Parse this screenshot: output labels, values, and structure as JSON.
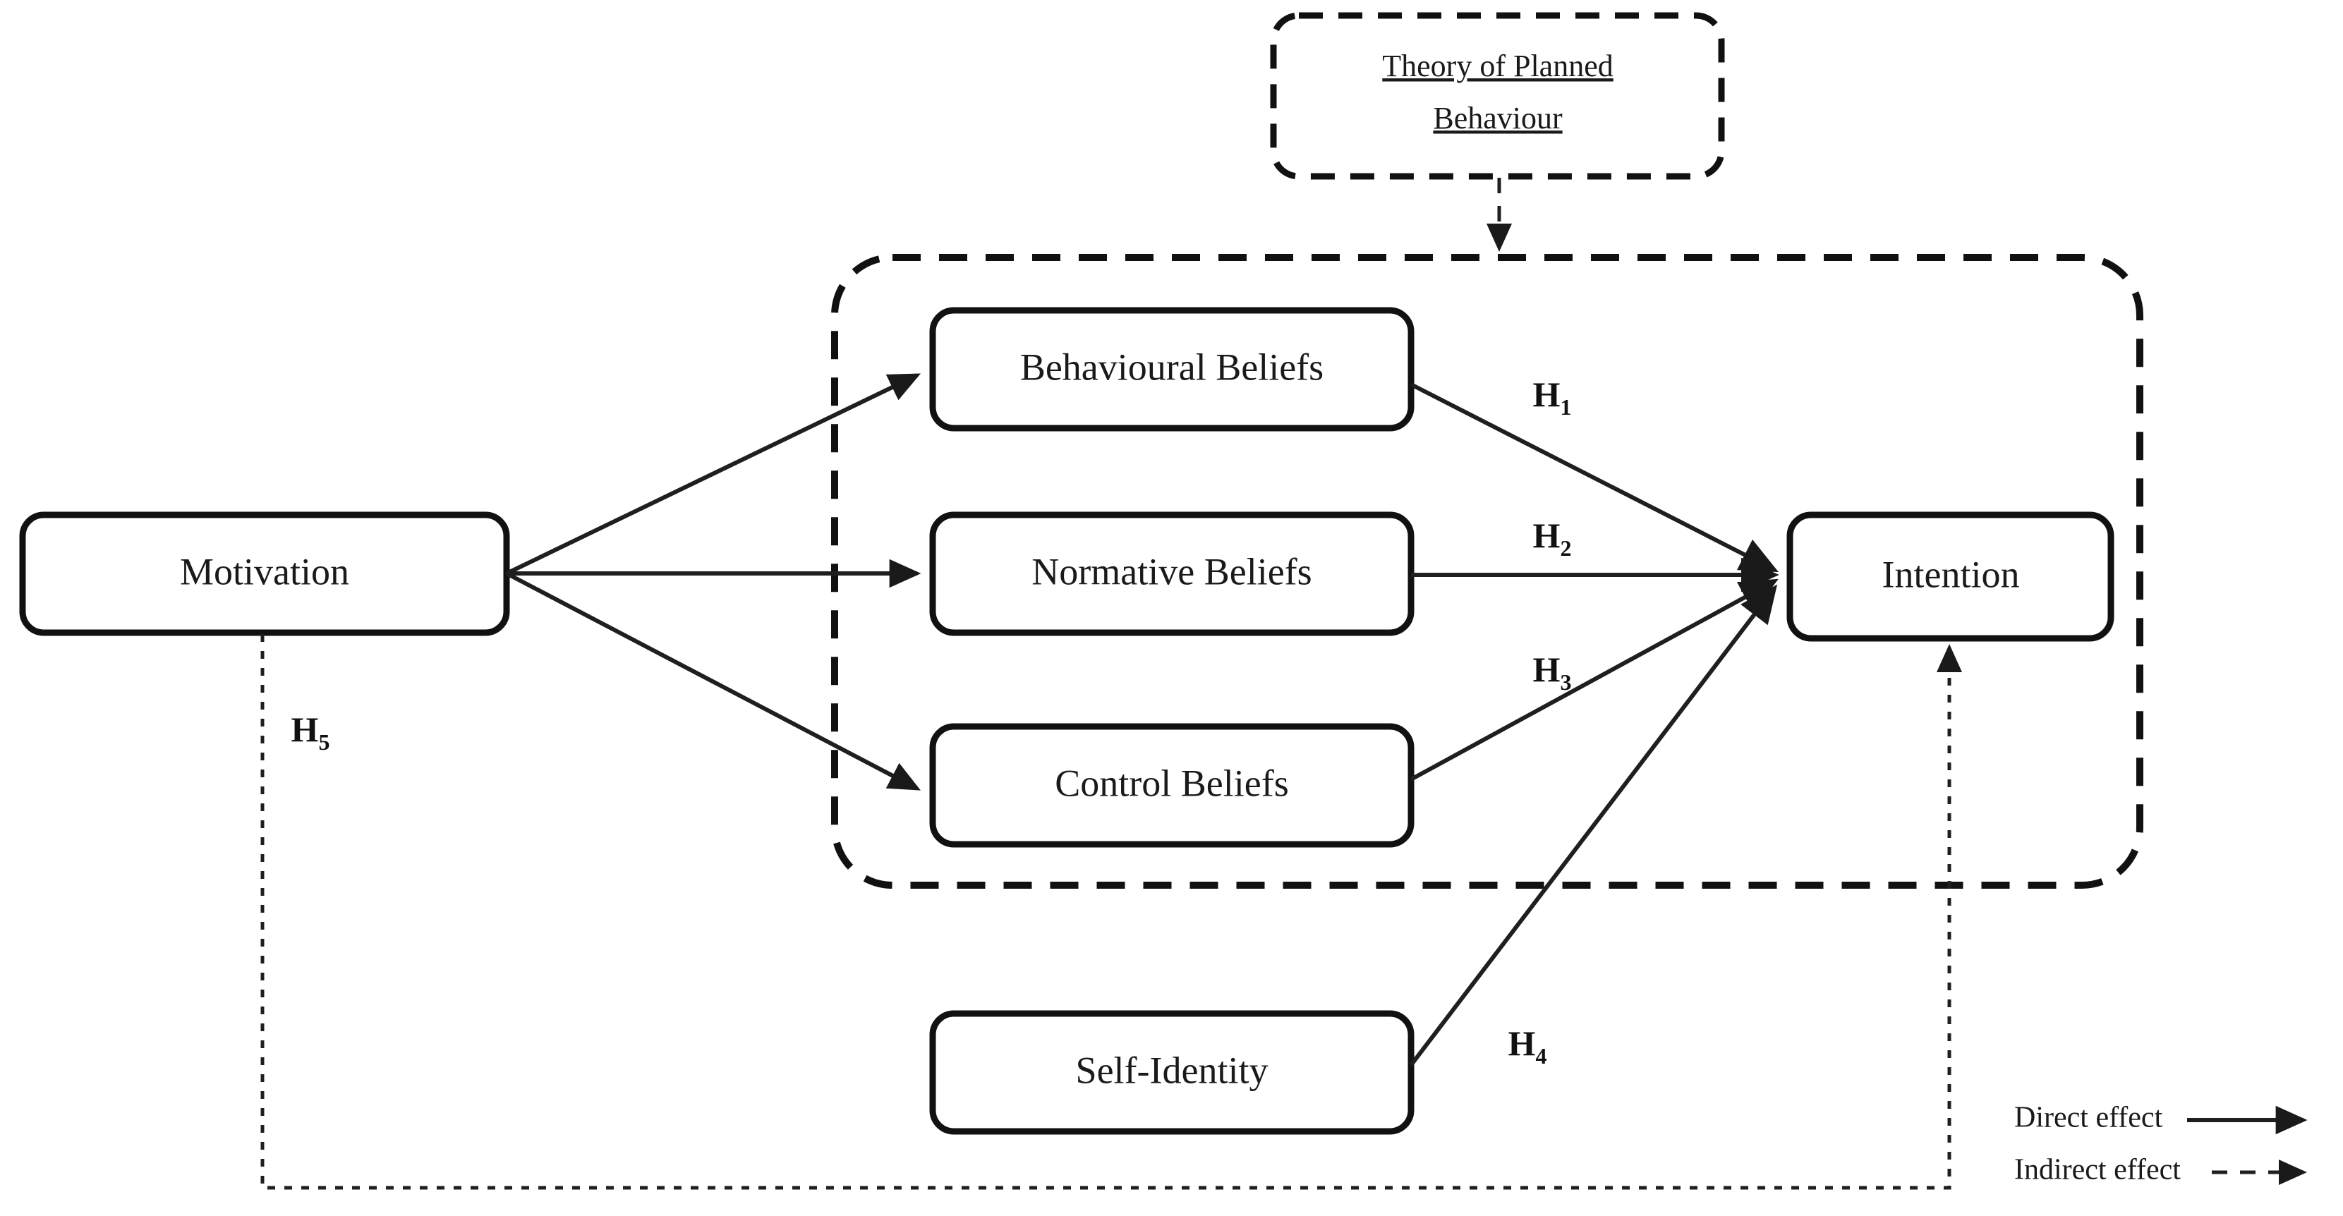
{
  "figure": {
    "kind": "conceptual-model-diagram",
    "background": "#ffffff",
    "line_color": "#1f1f1f"
  },
  "framework_title": {
    "line1": "Theory of Planned",
    "line2": "Behaviour"
  },
  "nodes": {
    "motivation": "Motivation",
    "behavioural_beliefs": "Behavioural Beliefs",
    "normative_beliefs": "Normative Beliefs",
    "control_beliefs": "Control Beliefs",
    "self_identity": "Self-Identity",
    "intention": "Intention"
  },
  "hypotheses": {
    "h1": {
      "base": "H",
      "sub": "1"
    },
    "h2": {
      "base": "H",
      "sub": "2"
    },
    "h3": {
      "base": "H",
      "sub": "3"
    },
    "h4": {
      "base": "H",
      "sub": "4"
    },
    "h5": {
      "base": "H",
      "sub": "5"
    }
  },
  "legend": {
    "direct": "Direct effect",
    "indirect": "Indirect effect"
  }
}
